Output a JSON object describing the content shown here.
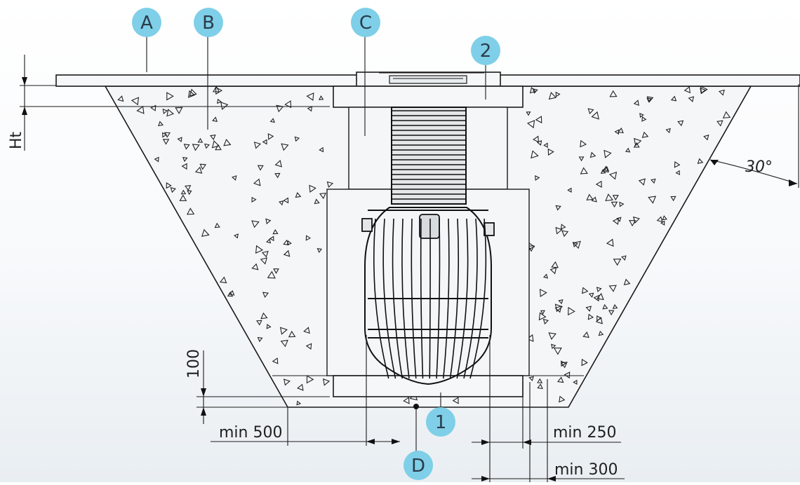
{
  "callouts": {
    "A": "A",
    "B": "B",
    "C": "C",
    "D": "D",
    "n1": "1",
    "n2": "2"
  },
  "dimensions": {
    "ht": "Ht",
    "bed": "100",
    "min500": "min 500",
    "min250": "min 250",
    "min300": "min 300",
    "angle": "30°"
  },
  "colors": {
    "callout_fill": "#7fcfe8",
    "line": "#1a1a1a",
    "background": "#f2f5f8"
  }
}
